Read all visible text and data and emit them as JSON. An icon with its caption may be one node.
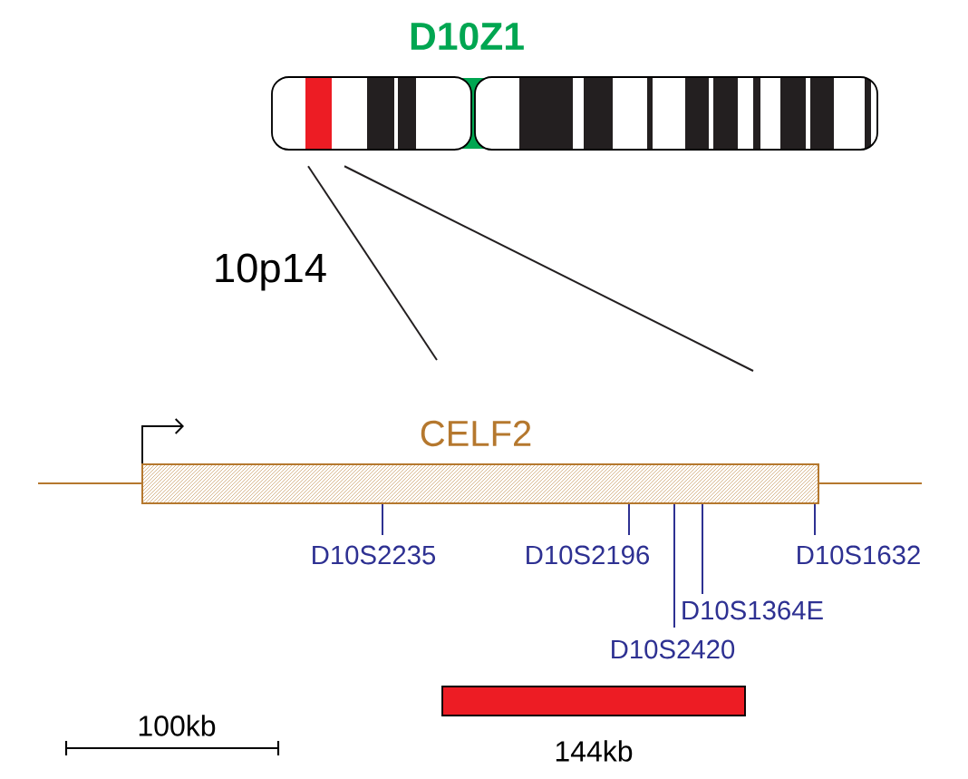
{
  "diagram": {
    "nodes": [
      {
        "text": [],
        "shape": "bar"
      },
      {
        "text": [
          "CELF2"
        ]
      },
      {
        "text": [
          "D10S2235"
        ]
      },
      {
        "text": [
          "D10S2196"
        ]
      },
      {
        "text": [
          "D10S2420"
        ]
      },
      {
        "text": [
          "D10S1364E"
        ]
      },
      {
        "text": [
          "D10S1632"
        ]
      },
      {
        "text": [
          "144kb"
        ]
      }
    ],
    "edges": [
      {
        "from": 0,
        "to": 1,
        "arrow": "none",
        "color": "#231f20"
      },
      {
        "from": 0,
        "to": 1,
        "arrow": "none",
        "color": "#231f20"
      },
      {
        "from": 2,
        "to": 1,
        "arrow": "none",
        "color": "#2e3192"
      },
      {
        "from": 3,
        "to": 1,
        "arrow": "none",
        "color": "#2e3192"
      },
      {
        "from": 4,
        "to": 1,
        "arrow": "none",
        "color": "#2e3192"
      },
      {
        "from": 5,
        "to": 1,
        "arrow": "none",
        "color": "#2e3192"
      },
      {
        "from": 6,
        "to": 1,
        "arrow": "none",
        "color": "#2e3192"
      }
    ],
    "labels": [
      "D10Z1",
      "10p14",
      "100kb"
    ]
  }
}
